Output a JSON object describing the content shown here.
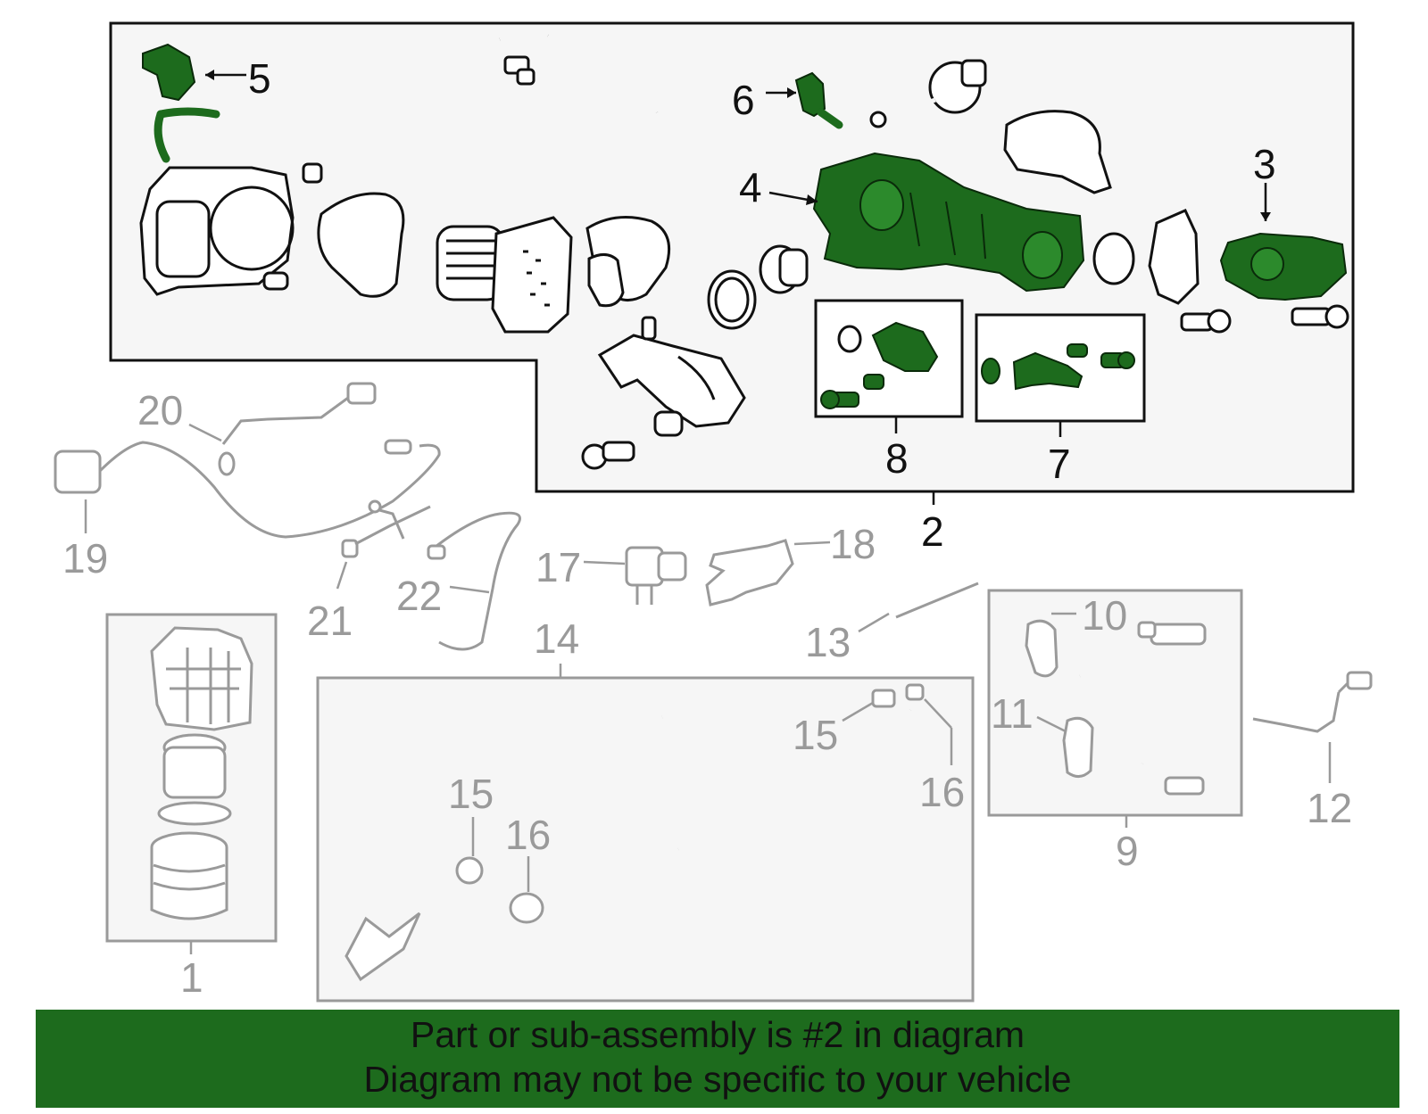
{
  "banner": {
    "line1": "Part or sub-assembly is #2 in diagram",
    "line2": "Diagram may not be specific to your vehicle",
    "background": "#1d6b1d"
  },
  "colors": {
    "highlight_part": "#1d6b1d",
    "active_callout": "#111111",
    "inactive_callout": "#9a9a9a"
  },
  "callouts": {
    "c1": "1",
    "c2": "2",
    "c3": "3",
    "c4": "4",
    "c5": "5",
    "c6": "6",
    "c7": "7",
    "c8": "8",
    "c9": "9",
    "c10": "10",
    "c11": "11",
    "c12": "12",
    "c13": "13",
    "c14": "14",
    "c15a": "15",
    "c15b": "15",
    "c16a": "16",
    "c16b": "16",
    "c17": "17",
    "c18": "18",
    "c19": "19",
    "c20": "20",
    "c21": "21",
    "c22": "22"
  }
}
